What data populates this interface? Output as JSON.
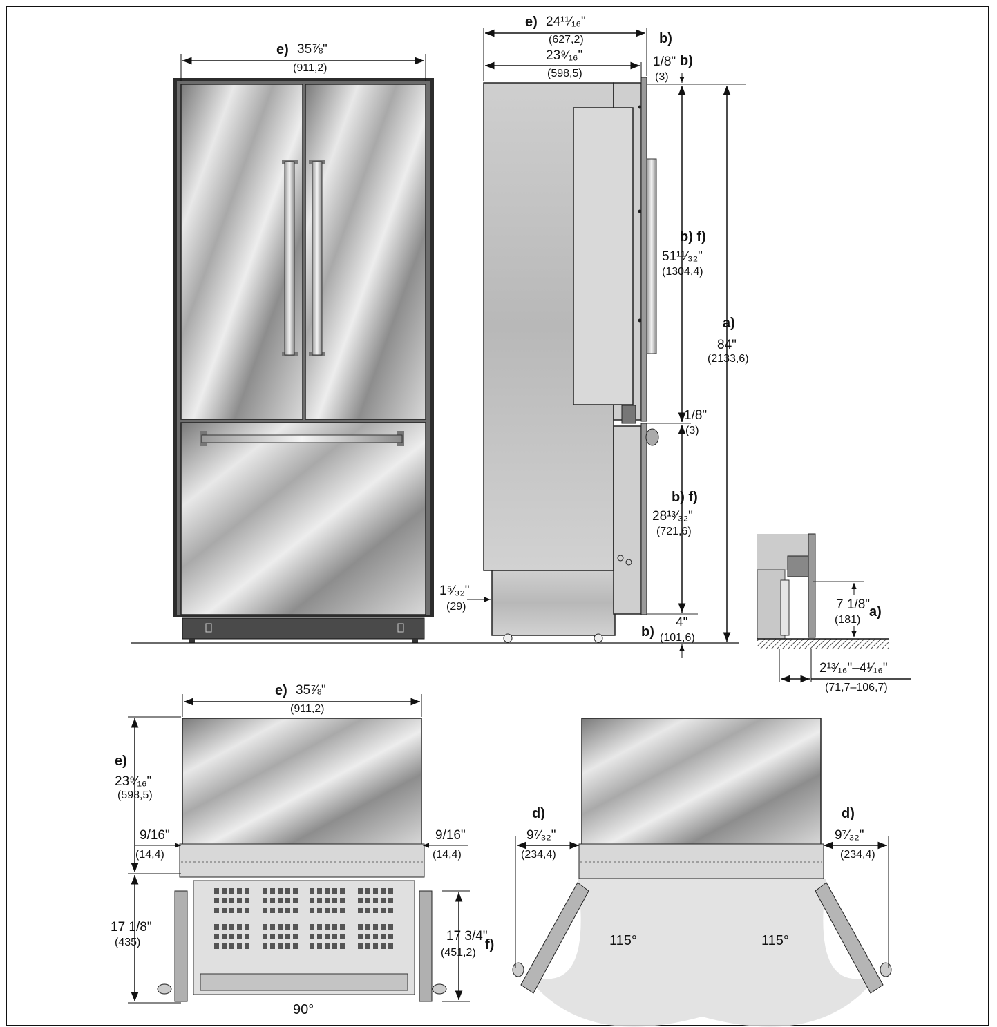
{
  "front_view": {
    "width_key": "e)",
    "width_value": "35⅞\"",
    "width_mm": "(911,2)"
  },
  "side_view": {
    "overall_depth_key": "e)",
    "overall_depth_value": "24¹¹⁄₁₆\"",
    "overall_depth_mm": "(627,2)",
    "cabinet_depth_value": "23⁹⁄₁₆\"",
    "cabinet_depth_mm": "(598,5)",
    "top_gap_key": "b)",
    "top_gap_key2": "b)",
    "top_gap_value": "1/8\"",
    "top_gap_mm": "(3)",
    "upper_door_key": "b) f)",
    "upper_door_value": "51¹¹⁄₃₂\"",
    "upper_door_mm": "(1304,4)",
    "middle_gap_value": "1/8\"",
    "middle_gap_mm": "(3)",
    "lower_door_key": "b) f)",
    "lower_door_value": "28¹³⁄₃₂\"",
    "lower_door_mm": "(721,6)",
    "bottom_key": "b)",
    "bottom_value": "4\"",
    "bottom_mm": "(101,6)",
    "height_key": "a)",
    "height_value": "84\"",
    "height_mm": "(2133,6)",
    "recess_value": "1⁵⁄₃₂\"",
    "recess_mm": "(29)"
  },
  "detail_view": {
    "height_value": "7 1/8\"",
    "height_mm": "(181)",
    "height_key": "a)",
    "range_value": "2¹³⁄₁₆\"–4¹⁄₁₆\"",
    "range_mm": "(71,7–106,7)"
  },
  "plan_view_90": {
    "width_key": "e)",
    "width_value": "35⅞\"",
    "width_mm": "(911,2)",
    "depth_key": "e)",
    "depth_value": "23⁹⁄₁₆\"",
    "depth_mm": "(598,5)",
    "left_offset_value": "9/16\"",
    "left_offset_mm": "(14,4)",
    "right_offset_value": "9/16\"",
    "right_offset_mm": "(14,4)",
    "door_depth_value": "17 1/8\"",
    "door_depth_mm": "(435)",
    "door_inner_value": "17 3/4\"",
    "door_inner_mm": "(451,2)",
    "door_inner_key": "f)",
    "angle": "90°"
  },
  "plan_view_115": {
    "left_key": "d)",
    "left_value": "9⁷⁄₃₂\"",
    "left_mm": "(234,4)",
    "right_key": "d)",
    "right_value": "9⁷⁄₃₂\"",
    "right_mm": "(234,4)",
    "left_angle": "115°",
    "right_angle": "115°"
  },
  "colors": {
    "line": "#111111",
    "steel_light": "#e6e6e6",
    "steel_dark": "#6e6e6e",
    "arc_fill": "#dcdcdc"
  }
}
